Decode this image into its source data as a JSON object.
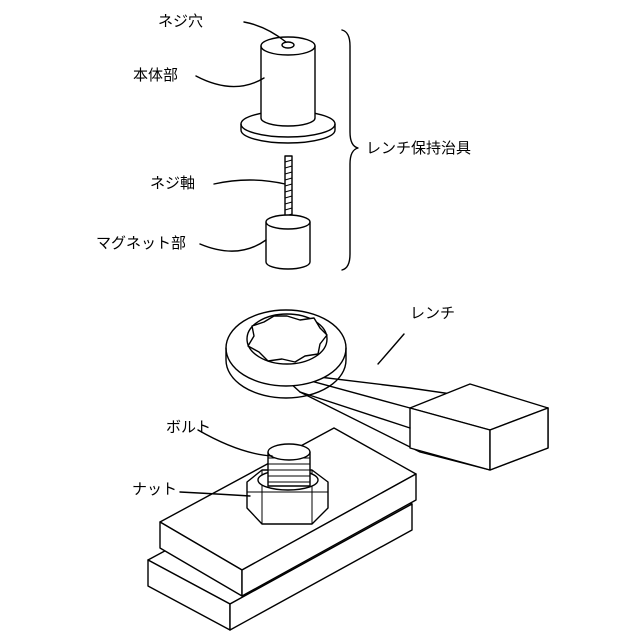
{
  "labels": {
    "screw_hole": "ネジ穴",
    "body": "本体部",
    "screw_shaft": "ネジ軸",
    "magnet": "マグネット部",
    "wrench_holder": "レンチ保持治具",
    "wrench": "レンチ",
    "bolt": "ボルト",
    "nut": "ナット"
  }
}
